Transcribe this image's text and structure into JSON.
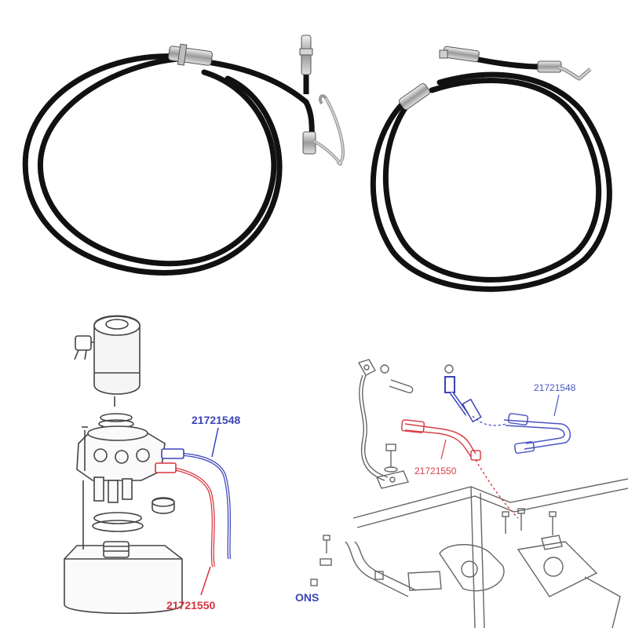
{
  "labels": {
    "left_blue_part": "21721548",
    "left_red_part": "21721550",
    "right_blue_part": "21721548",
    "right_red_part": "21721550",
    "cut_text": "ONS"
  },
  "colors": {
    "hose": "#111111",
    "fitting": "#c8c8c8",
    "blue": "#3a44b8",
    "red": "#d8333c",
    "line_art": "#555555"
  }
}
